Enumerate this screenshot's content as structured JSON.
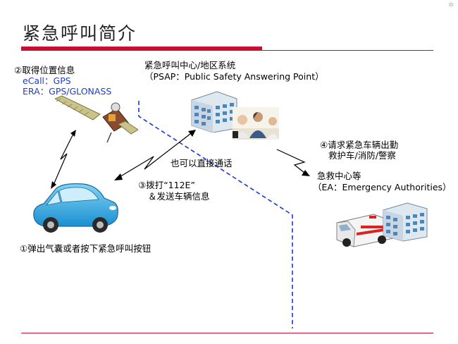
{
  "title": "紧急呼叫简介",
  "corner_mark": "✲",
  "labels": {
    "step2": "②取得位置信息",
    "ecall": "eCall：GPS",
    "era": "ERA：GPS/GLONASS",
    "psap_title": "紧急呼叫中心/地区系统",
    "psap_sub": "（PSAP：Public Safety Answering Point）",
    "step4_line1": "④请求紧急车辆出勤",
    "step4_line2": "救护车/消防/警察",
    "direct_call": "也可以直接通话",
    "step3_line1": "③拨打“112E”",
    "step3_line2": "＆发送车辆信息",
    "ea_title": "急救中心等",
    "ea_sub": "（EA：Emergency Authorities）",
    "step1": "①弹出气囊或者按下紧急呼叫按钮"
  },
  "icons": [
    "satellite-icon",
    "car-icon",
    "psap-building-icon",
    "operators-photo",
    "ambulance-icon",
    "hospital-building-icon"
  ],
  "colors": {
    "accent_red": "#c8102e",
    "link_blue": "#1f3fc4",
    "dashed_line": "#1c35d8"
  }
}
